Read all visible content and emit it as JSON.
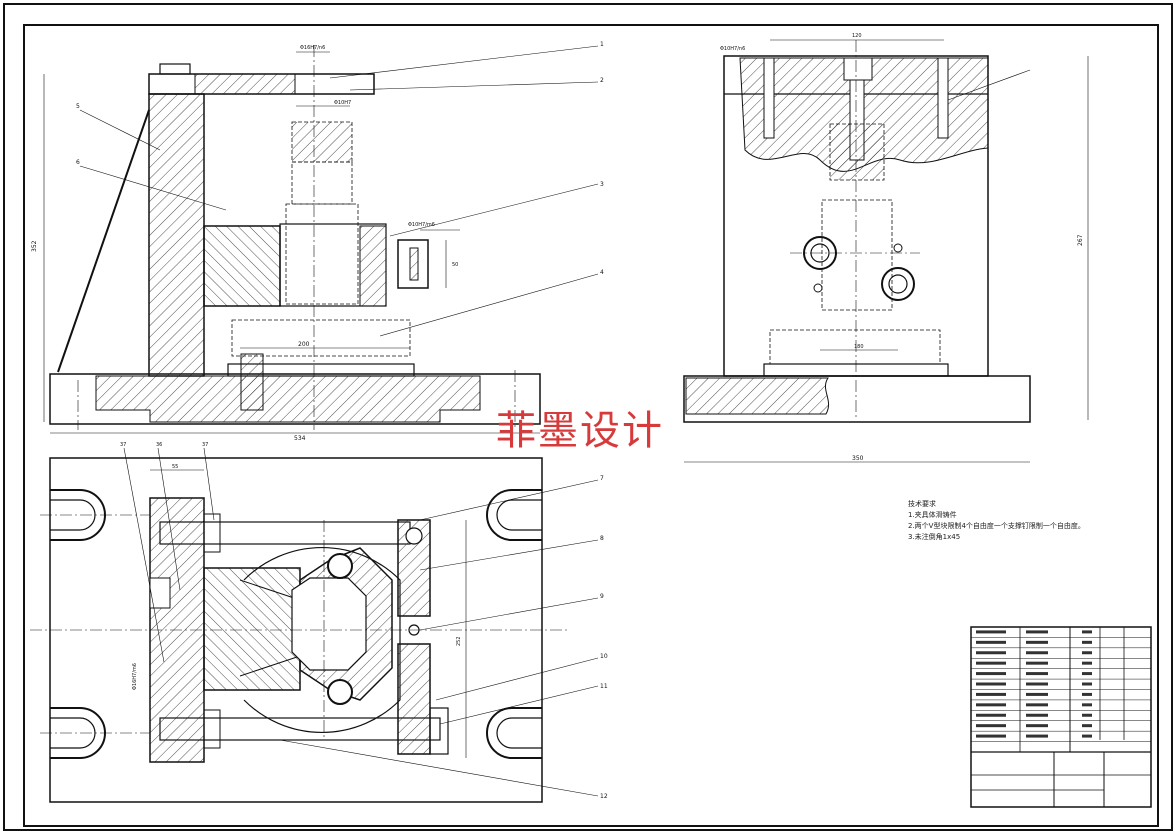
{
  "title_block": {
    "lines": 30
  },
  "watermark": {
    "text": "菲墨设计"
  },
  "notes": {
    "heading": "技术要求",
    "items": [
      "1.夹具体滑铸件",
      "2.两个V型块限制4个自由度一个支撑钉限制一个自由度。",
      "3.未注倒角1x45"
    ]
  },
  "leaders": {
    "front": [
      "1",
      "2",
      "3",
      "4",
      "5",
      "6"
    ],
    "plan": [
      "7",
      "8",
      "9",
      "10",
      "11",
      "12"
    ]
  },
  "dimensions": {
    "front_height": "352",
    "front_width": "534",
    "front_inner": "200",
    "front_fit1": "Φ16H7/n6",
    "front_fit2": "Φ10H7",
    "front_fit3": "Φ10H7/m6",
    "front_small": "50",
    "side_top": "120",
    "side_fit": "Φ10H7/n6",
    "side_height": "267",
    "side_width": "350",
    "side_inner": "180",
    "plan_55": "55",
    "plan_fit": "Φ16H7/m6",
    "plan_height": "252",
    "plan_left1": "37",
    "plan_left2": "36",
    "plan_left3": "37"
  },
  "colors": {
    "line": "#111111",
    "hatch": "#222222",
    "watermark": "#d63a3a"
  }
}
